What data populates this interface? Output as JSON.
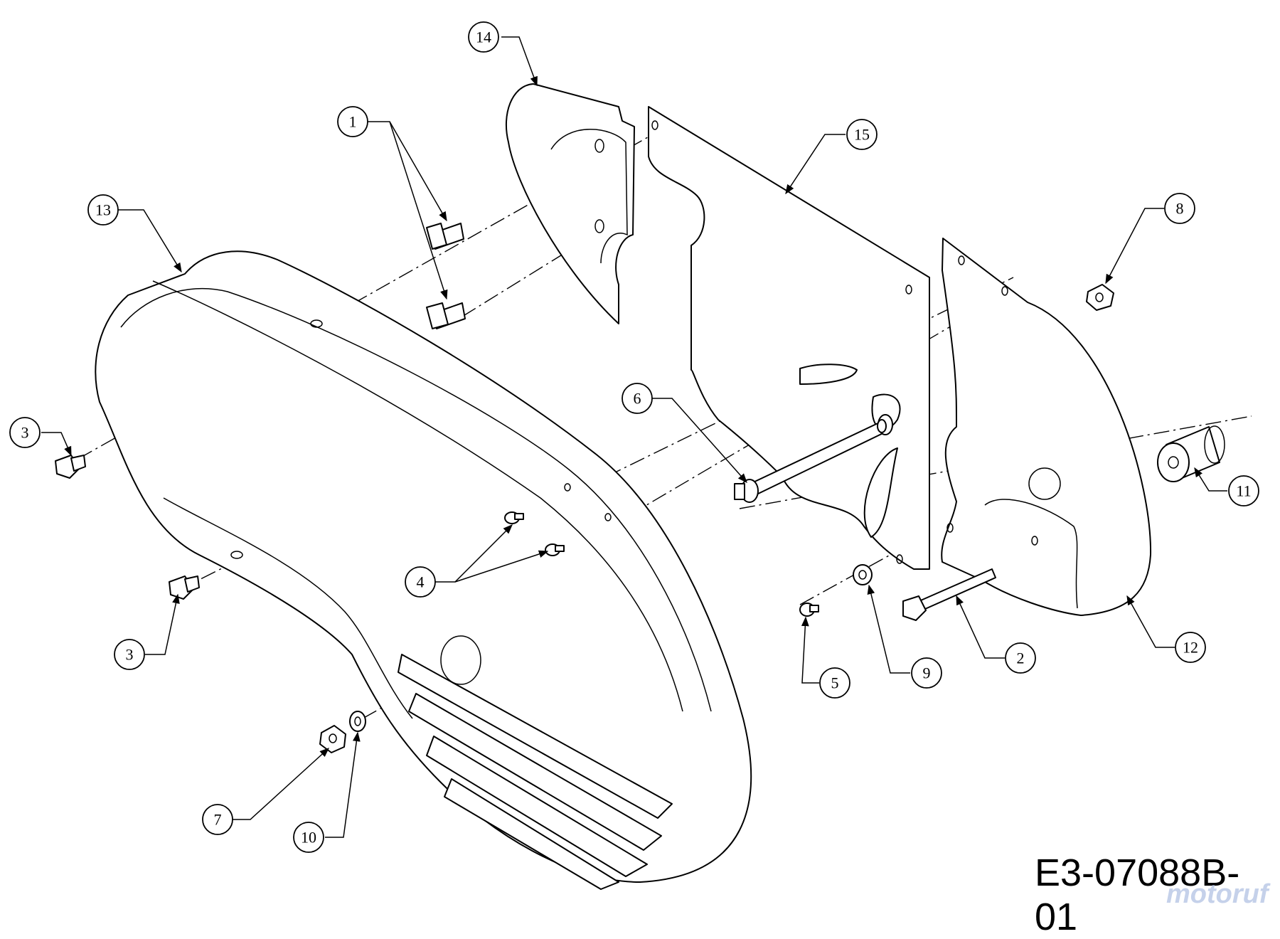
{
  "diagram": {
    "drawing_number": "E3-07088B-01",
    "watermark": "motoruf",
    "callouts": [
      {
        "id": "c14",
        "label": "14"
      },
      {
        "id": "c1",
        "label": "1"
      },
      {
        "id": "c15",
        "label": "15"
      },
      {
        "id": "c13",
        "label": "13"
      },
      {
        "id": "c8",
        "label": "8"
      },
      {
        "id": "c3a",
        "label": "3"
      },
      {
        "id": "c6",
        "label": "6"
      },
      {
        "id": "c11",
        "label": "11"
      },
      {
        "id": "c4",
        "label": "4"
      },
      {
        "id": "c3b",
        "label": "3"
      },
      {
        "id": "c5",
        "label": "5"
      },
      {
        "id": "c9",
        "label": "9"
      },
      {
        "id": "c2",
        "label": "2"
      },
      {
        "id": "c12",
        "label": "12"
      },
      {
        "id": "c7",
        "label": "7"
      },
      {
        "id": "c10",
        "label": "10"
      }
    ]
  }
}
